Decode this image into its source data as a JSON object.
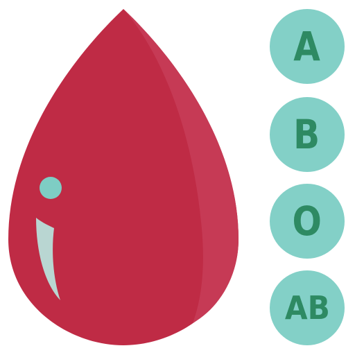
{
  "colors": {
    "drop_main": "#bf2b45",
    "drop_highlight": "#c63a55",
    "drop_shine": "#b9d6d2",
    "drop_dot": "#7ecdc4",
    "badge_fill": "#83d0c7",
    "badge_text": "#2e8a63"
  },
  "icons": {
    "drop": "blood-drop-icon"
  },
  "blood_types": [
    {
      "label": "A"
    },
    {
      "label": "B"
    },
    {
      "label": "O"
    },
    {
      "label": "AB"
    }
  ]
}
